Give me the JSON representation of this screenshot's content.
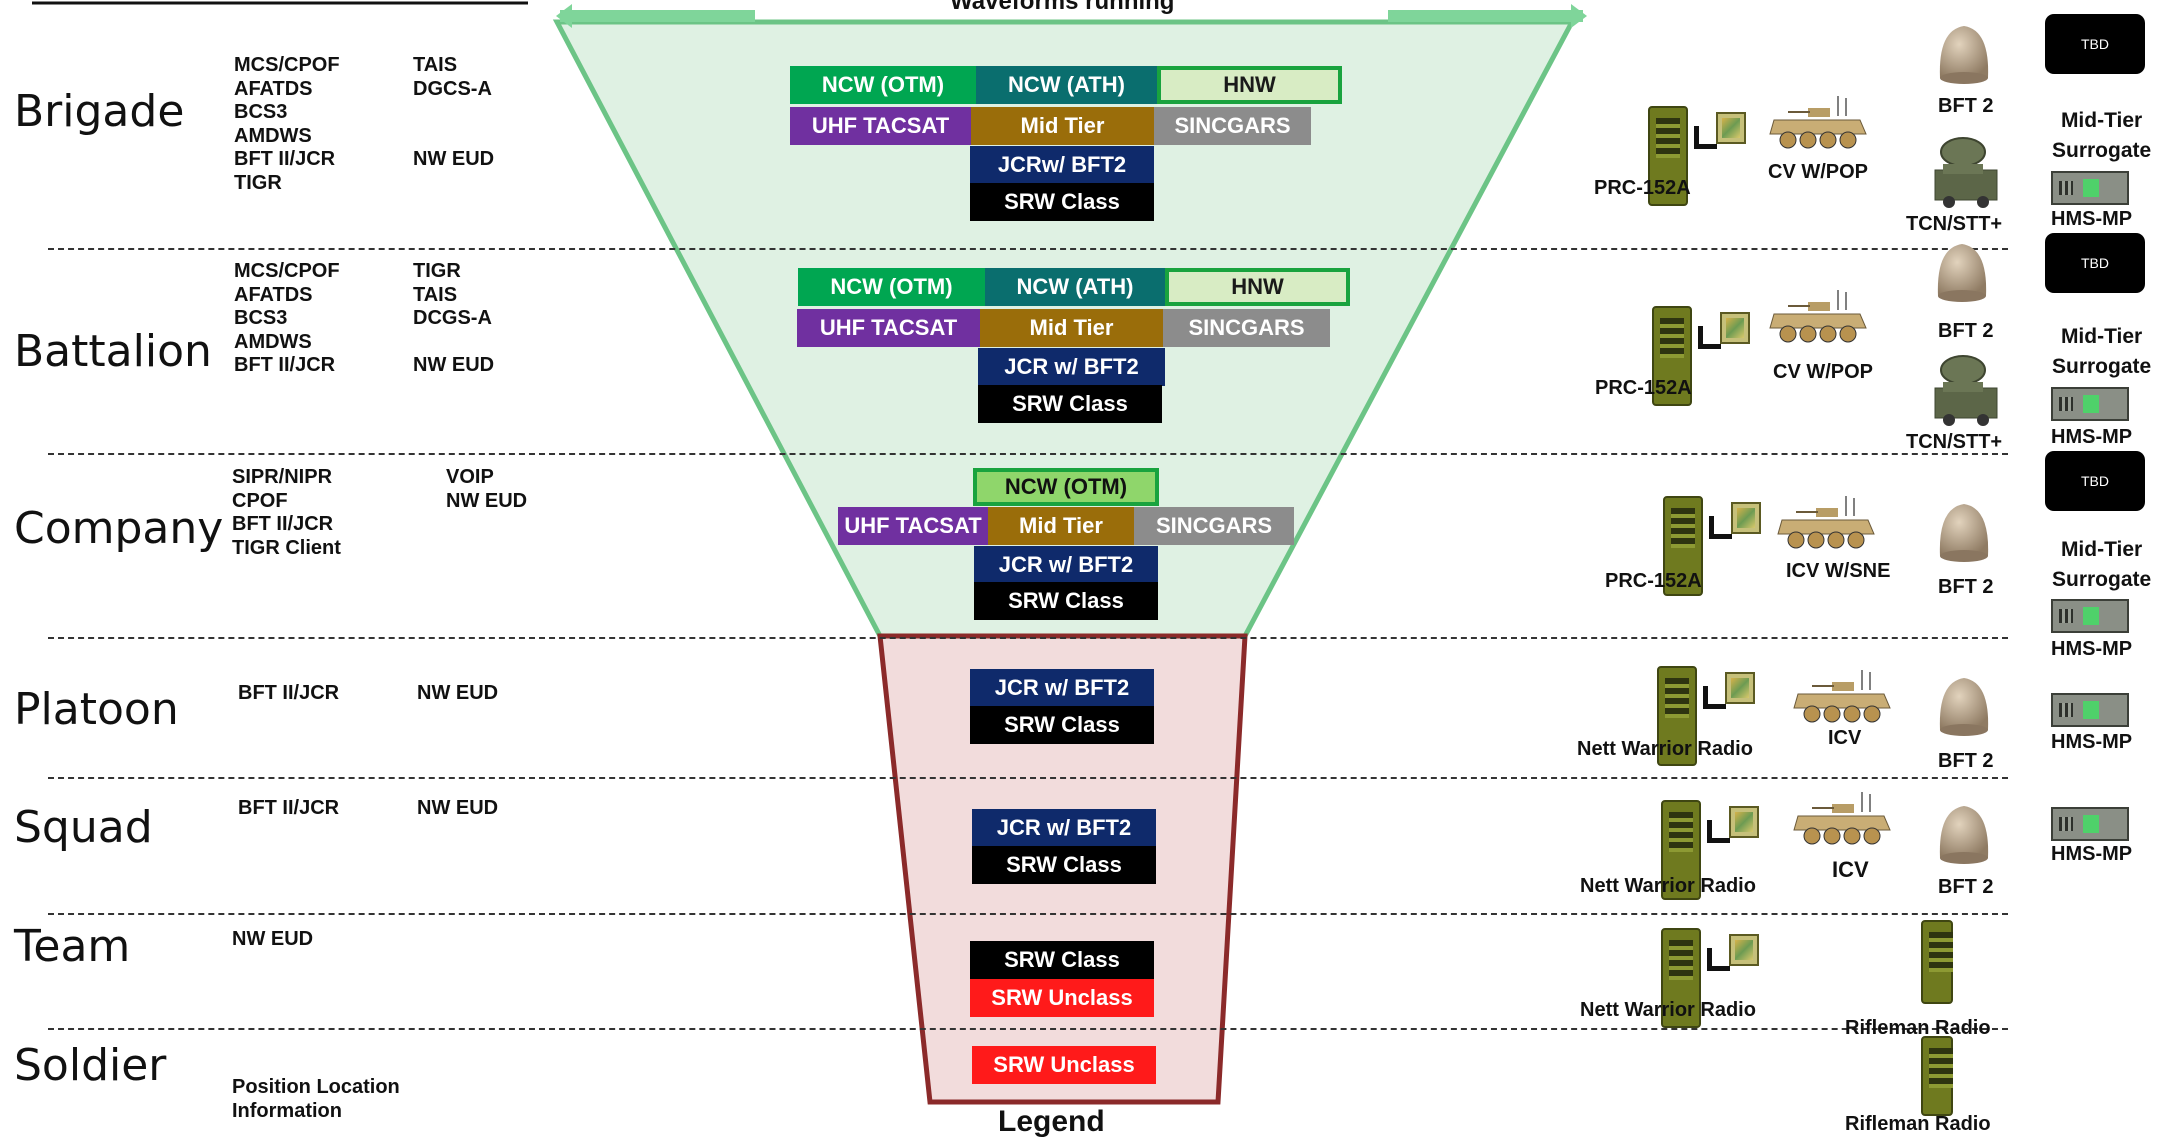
{
  "header": {
    "waveforms_running": "Waveforms running"
  },
  "echelons": [
    "Brigade",
    "Battalion",
    "Company",
    "Platoon",
    "Squad",
    "Team",
    "Soldier"
  ],
  "systems": {
    "brigade": {
      "col1": "MCS/CPOF\nAFATDS\nBCS3\nAMDWS\nBFT II/JCR\nTIGR",
      "col2": "TAIS\nDGCS-A\n\n\nNW EUD"
    },
    "battalion": {
      "col1": "MCS/CPOF\nAFATDS\nBCS3\nAMDWS\nBFT II/JCR",
      "col2": "TIGR\nTAIS\nDCGS-A\n\nNW EUD"
    },
    "company": {
      "col1": "SIPR/NIPR\nCPOF\nBFT II/JCR\nTIGR Client",
      "col2": "VOIP\nNW EUD"
    },
    "platoon": {
      "col1": "BFT II/JCR",
      "col2": "NW EUD"
    },
    "squad": {
      "col1": "BFT II/JCR",
      "col2": "NW EUD"
    },
    "team": {
      "col1": "NW EUD"
    },
    "soldier": {
      "col1": "Position Location\nInformation"
    }
  },
  "waveforms": {
    "brigade": {
      "ncw_otm": "NCW (OTM)",
      "ncw_ath": "NCW (ATH)",
      "hnw": "HNW",
      "uhf": "UHF TACSAT",
      "mid_tier": "Mid Tier",
      "sincgars": "SINCGARS",
      "jcr": "JCRw/ BFT2",
      "srw": "SRW Class"
    },
    "battalion": {
      "ncw_otm": "NCW (OTM)",
      "ncw_ath": "NCW (ATH)",
      "hnw": "HNW",
      "uhf": "UHF TACSAT",
      "mid_tier": "Mid Tier",
      "sincgars": "SINCGARS",
      "jcr": "JCR w/ BFT2",
      "srw": "SRW Class"
    },
    "company": {
      "ncw_otm": "NCW (OTM)",
      "uhf": "UHF TACSAT",
      "mid_tier": "Mid Tier",
      "sincgars": "SINCGARS",
      "jcr": "JCR w/ BFT2",
      "srw": "SRW Class"
    },
    "platoon": {
      "jcr": "JCR w/ BFT2",
      "srw": "SRW Class"
    },
    "squad": {
      "jcr": "JCR w/ BFT2",
      "srw": "SRW Class"
    },
    "team": {
      "srw": "SRW Class",
      "srw_unclass": "SRW Unclass"
    },
    "soldier": {
      "srw_unclass": "SRW Unclass"
    }
  },
  "legend": "Legend",
  "equipment": {
    "brigade": {
      "radio": "PRC-152A",
      "vehicle": "CV W/POP",
      "bft": "BFT 2",
      "tcn": "TCN/STT+",
      "tbd": "TBD",
      "surrogate": "Mid-Tier\nSurrogate",
      "hms": "HMS-MP"
    },
    "battalion": {
      "radio": "PRC-152A",
      "vehicle": "CV W/POP",
      "bft": "BFT 2",
      "tcn": "TCN/STT+",
      "tbd": "TBD",
      "surrogate": "Mid-Tier\nSurrogate",
      "hms": "HMS-MP"
    },
    "company": {
      "radio": "PRC-152A",
      "vehicle": "ICV W/SNE",
      "bft": "BFT 2",
      "tbd": "TBD",
      "surrogate": "Mid-Tier\nSurrogate",
      "hms": "HMS-MP"
    },
    "platoon": {
      "radio": "Nett Warrior Radio",
      "vehicle": "ICV",
      "bft": "BFT 2",
      "hms": "HMS-MP"
    },
    "squad": {
      "radio": "Nett Warrior Radio",
      "vehicle": "ICV",
      "bft": "BFT 2",
      "hms": "HMS-MP"
    },
    "team": {
      "radio": "Nett Warrior Radio",
      "rifleman": "Rifleman Radio"
    },
    "soldier": {
      "rifleman": "Rifleman Radio"
    }
  },
  "colors": {
    "funnel_top_fill": "#dff1e3",
    "funnel_top_stroke": "#6cc486",
    "funnel_bottom_fill": "#f2dcdc",
    "funnel_bottom_stroke": "#8b2a2a"
  }
}
